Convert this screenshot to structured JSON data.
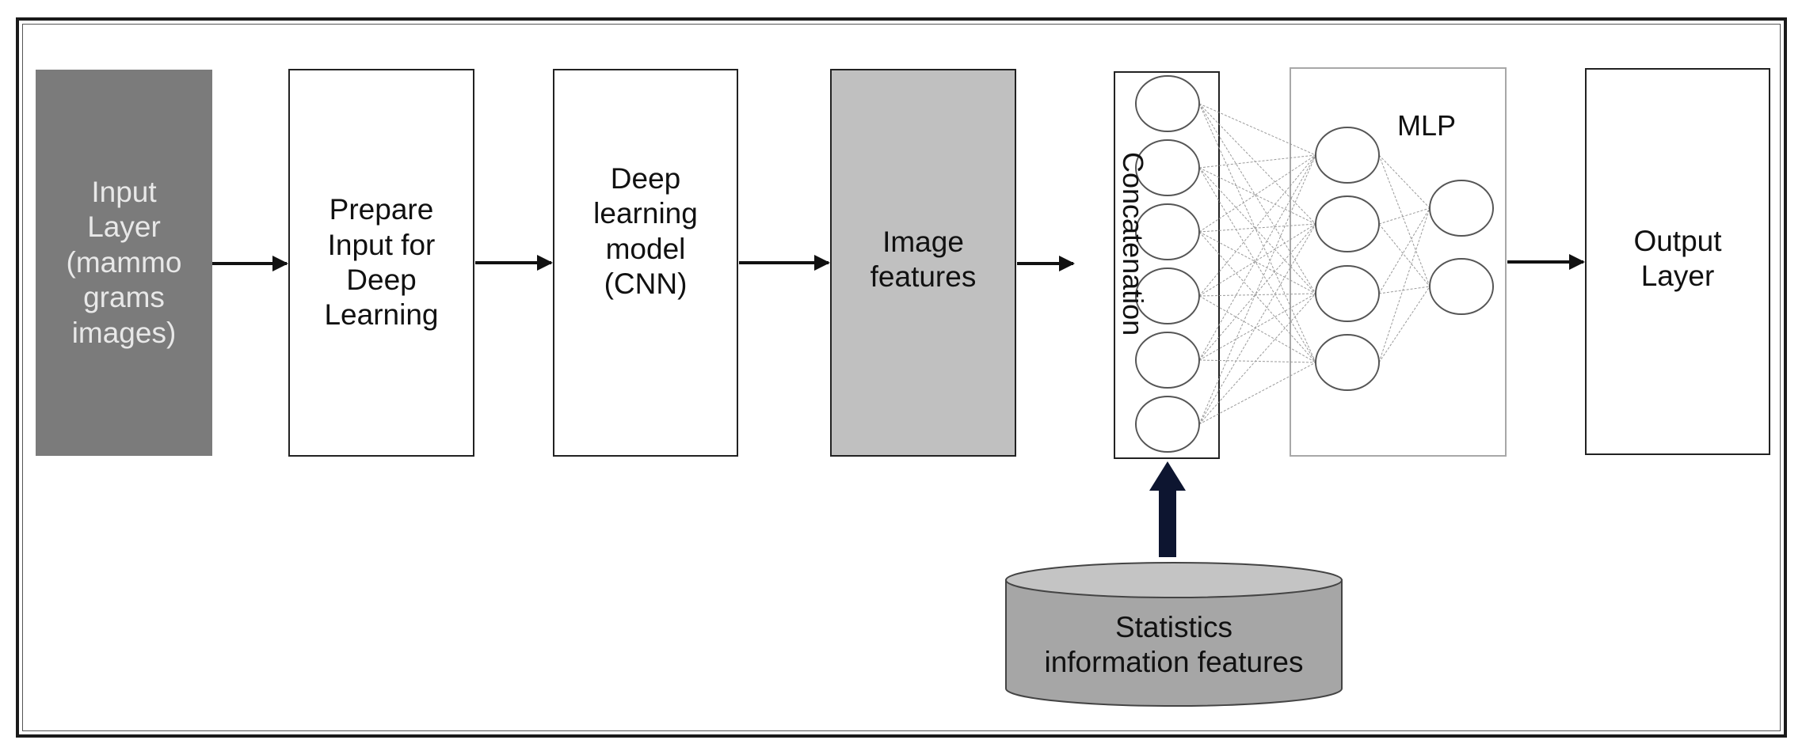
{
  "diagram": {
    "input_layer": [
      "Input",
      "Layer",
      "(mammo",
      "grams",
      "images)"
    ],
    "prepare": [
      "Prepare",
      "Input for",
      "Deep",
      "Learning"
    ],
    "deep_model": [
      "Deep",
      "learning",
      "model",
      "(CNN)"
    ],
    "image_features": [
      "Image",
      "features"
    ],
    "concatenation": "Concatenation",
    "mlp": "MLP",
    "output": [
      "Output",
      "Layer"
    ],
    "statistics": [
      "Statistics",
      "information features"
    ]
  },
  "colors": {
    "input_fill": "#7b7b7b",
    "image_features_fill": "#c0c0c0",
    "db_fill": "#a6a6a6",
    "arrow": "#111111",
    "up_arrow": "#0d1530"
  }
}
